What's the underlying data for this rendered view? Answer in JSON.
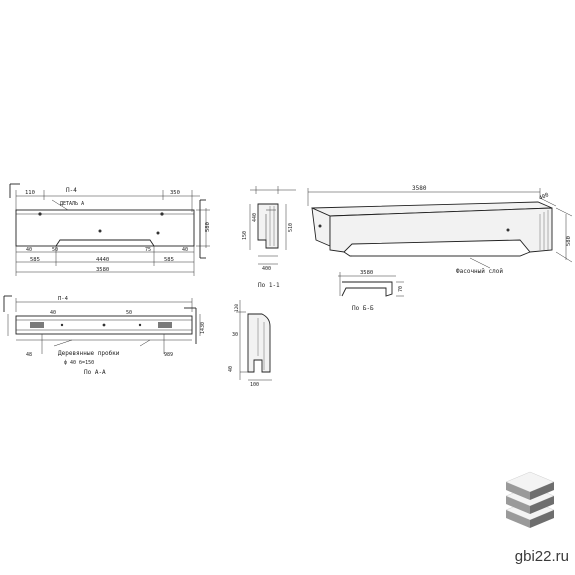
{
  "labels": {
    "p4": "П-4",
    "detail": "ДЕТАЛЬ А",
    "d110": "110",
    "d350": "350",
    "d40a": "40",
    "d40b": "40",
    "d585a": "585",
    "d585b": "585",
    "d4440": "4440",
    "d50": "50",
    "d75": "75",
    "d3580": "3580",
    "d580": "580",
    "d440": "440",
    "d150": "150",
    "d510": "510",
    "d400": "400",
    "sec11": "По 1-1",
    "top3580": "3580",
    "top400": "400",
    "top580": "580",
    "facing": "Фасочный слой",
    "secbb_dim": "3580",
    "d70": "70",
    "secbb": "По Б-Б",
    "p4b": "П-4",
    "plan_dim": "1430",
    "plan_a": "40",
    "plan_b": "50",
    "wood": "Деревянные пробки",
    "wood2": "ф 40  б=150",
    "plan_title": "По А-А",
    "d989": "989",
    "d48": "48",
    "end30": "30",
    "end120": "120",
    "end100": "100",
    "end40": "40"
  },
  "watermark": {
    "text": "gbi22.ru",
    "logo_icon": "stacked-slabs-icon",
    "colors": {
      "top": "#f4f4f4",
      "side": "#9a9a9a",
      "dark": "#6e6e6e"
    }
  }
}
